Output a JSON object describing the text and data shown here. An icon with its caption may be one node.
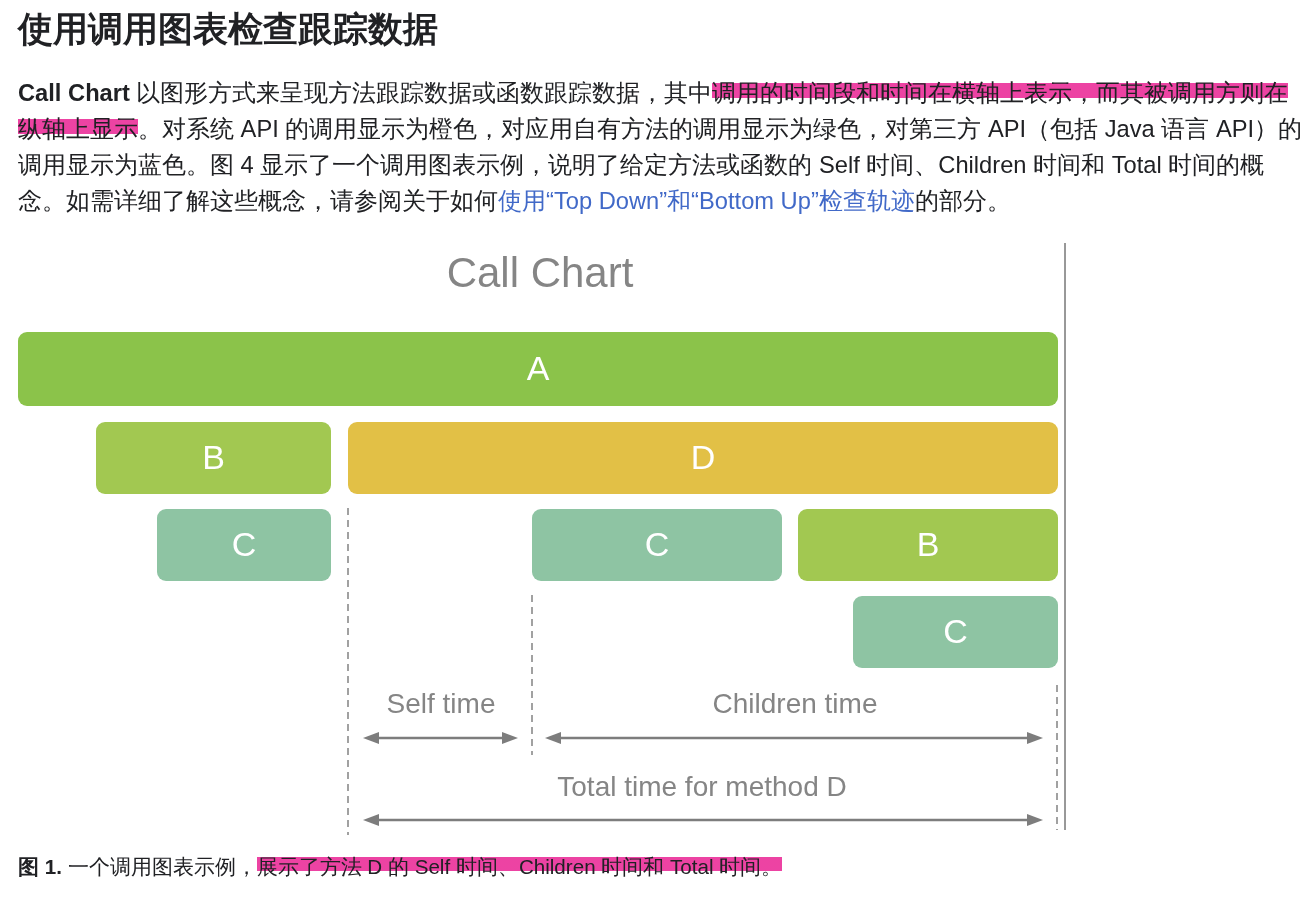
{
  "diagram": {
    "title": "使用调用图表检查跟踪数据",
    "caption": "**图 1.** 一个调用图表示例，展示了方法 D 的 Self 时间、Children 时间和 Total 时间。",
    "nodes": [
      {
        "text": [
          "A"
        ]
      },
      {
        "text": [
          "B"
        ]
      },
      {
        "text": [
          "D"
        ]
      },
      {
        "text": [
          "C"
        ]
      },
      {
        "text": [
          "C"
        ]
      },
      {
        "text": [
          "B"
        ]
      },
      {
        "text": [
          "C"
        ]
      }
    ],
    "labels": [
      "**Call Chart** 以图形方式来呈现方法跟踪数据或函数跟踪数据，其中调用的时间段和时间在横轴上表示，而其被调用方则在纵轴上显示。对系统 API 的调用显示为橙色，对应用自有方法的调用显示为绿色，对第三方 API（包括 Java 语言 API）的调用显示为蓝色。图 4 显示了一个调用图表示例，说明了给定方法或函数的 Self 时间、Children 时间和 Total 时间的概念。如需详细了解这些概念，请参阅关于如何",
      "使用“Top Down”和“Bottom Up”检查轨迹",
      "的部分。",
      "Call Chart",
      "Self time",
      "Children time",
      "Total time for method D"
    ]
  }
}
